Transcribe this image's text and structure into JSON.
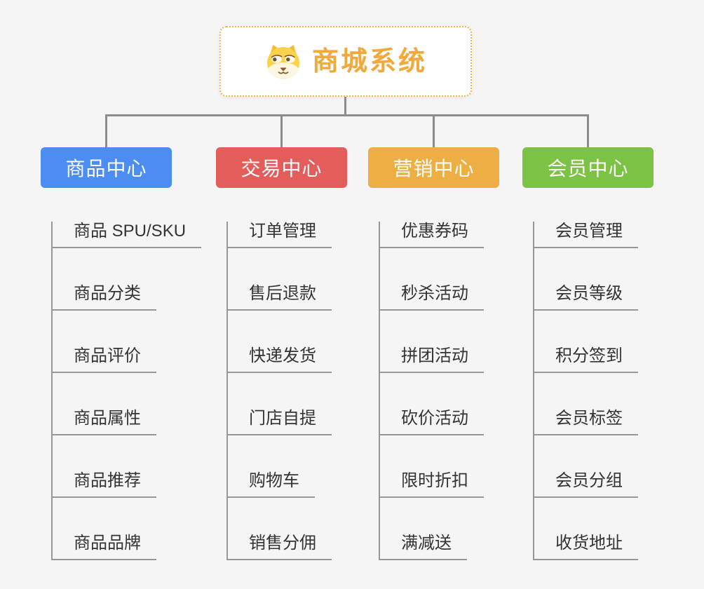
{
  "background_color": "#f5f5f5",
  "connector_color": "#8c8c8c",
  "root": {
    "title": "商城系统",
    "icon": "dog-face-icon",
    "text_color": "#f2a93b",
    "border_color": "#f5b44c"
  },
  "branches": [
    {
      "label": "商品中心",
      "color": "#4b8df0",
      "children": [
        "商品 SPU/SKU",
        "商品分类",
        "商品评价",
        "商品属性",
        "商品推荐",
        "商品品牌"
      ]
    },
    {
      "label": "交易中心",
      "color": "#e35d5b",
      "children": [
        "订单管理",
        "售后退款",
        "快递发货",
        "门店自提",
        "购物车",
        "销售分佣"
      ]
    },
    {
      "label": "营销中心",
      "color": "#edae44",
      "children": [
        "优惠券码",
        "秒杀活动",
        "拼团活动",
        "砍价活动",
        "限时折扣",
        "满减送"
      ]
    },
    {
      "label": "会员中心",
      "color": "#7cc244",
      "children": [
        "会员管理",
        "会员等级",
        "积分签到",
        "会员标签",
        "会员分组",
        "收货地址"
      ]
    }
  ]
}
